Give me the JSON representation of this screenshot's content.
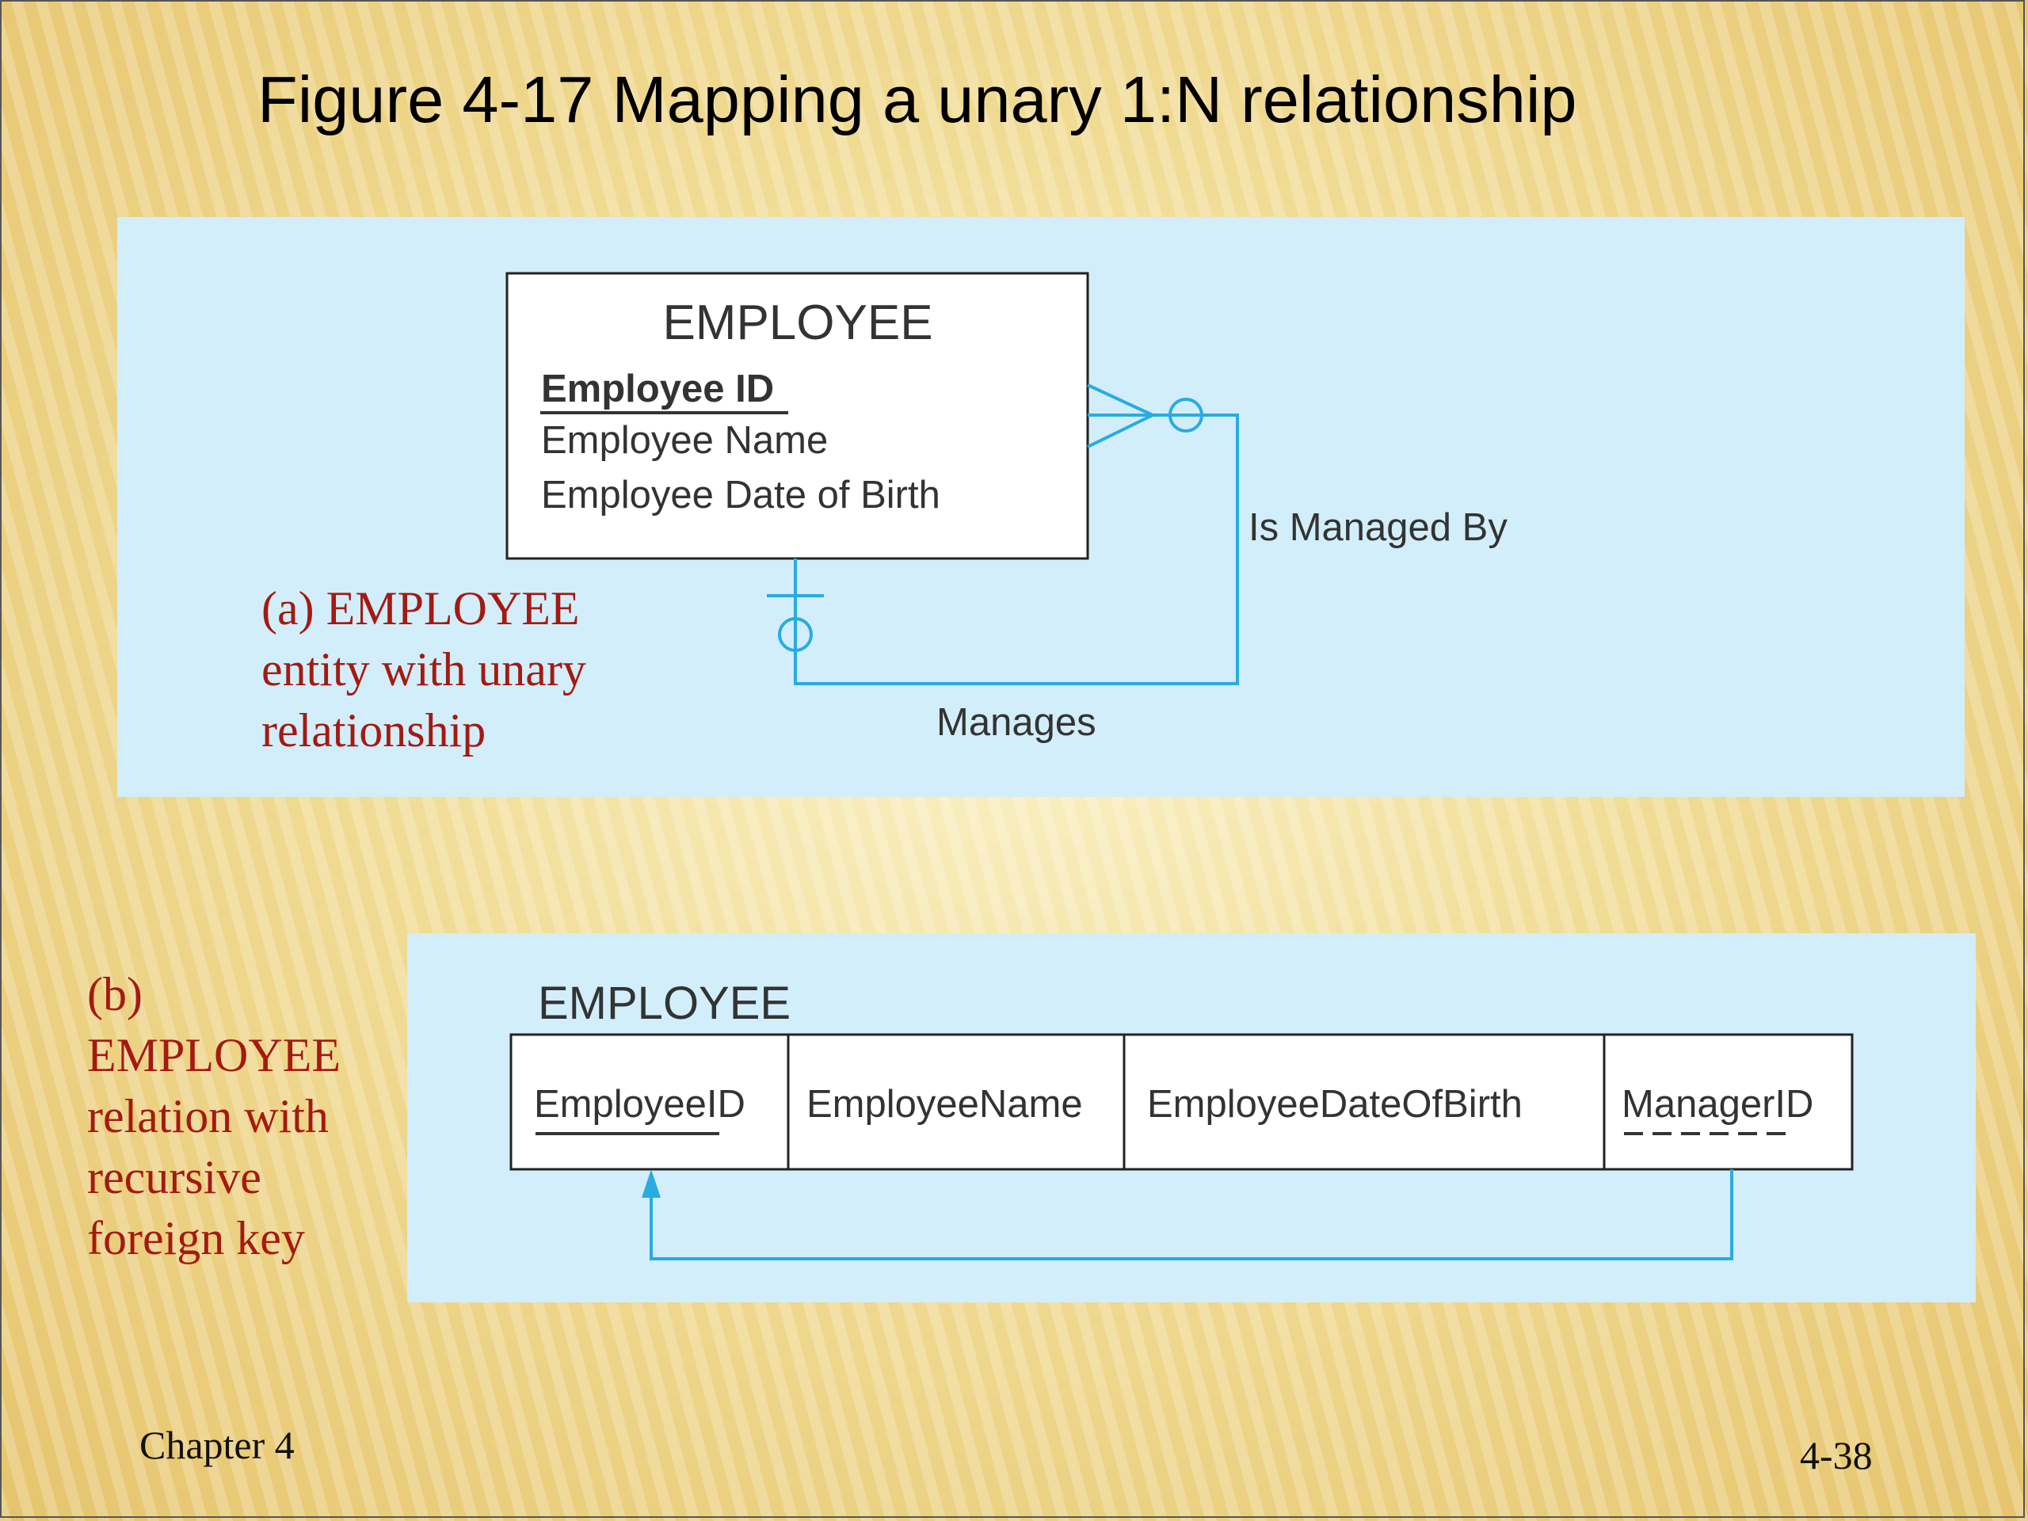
{
  "title": "Figure 4-17 Mapping a unary 1:N relationship",
  "colors": {
    "panel": "#d2eefa",
    "line": "#29abe2",
    "caption": "#a31a12",
    "diagram_text": "#333333"
  },
  "part_a": {
    "entity_name": "EMPLOYEE",
    "attributes": [
      {
        "name": "Employee ID",
        "identifier": true
      },
      {
        "name": "Employee Name",
        "identifier": false
      },
      {
        "name": "Employee Date of Birth",
        "identifier": false
      }
    ],
    "relationship_labels": {
      "is_managed_by": "Is Managed By",
      "manages": "Manages"
    },
    "caption": [
      "(a) EMPLOYEE",
      "entity with unary",
      "relationship"
    ]
  },
  "part_b": {
    "relation_name": "EMPLOYEE",
    "columns": [
      {
        "name": "EmployeeID",
        "key": "primary"
      },
      {
        "name": "EmployeeName",
        "key": "none"
      },
      {
        "name": "EmployeeDateOfBirth",
        "key": "none"
      },
      {
        "name": "ManagerID",
        "key": "foreign"
      }
    ],
    "caption": [
      "(b)",
      "EMPLOYEE",
      "relation with",
      "recursive",
      "foreign key"
    ]
  },
  "footer": {
    "left": "Chapter 4",
    "right": "4-38"
  }
}
